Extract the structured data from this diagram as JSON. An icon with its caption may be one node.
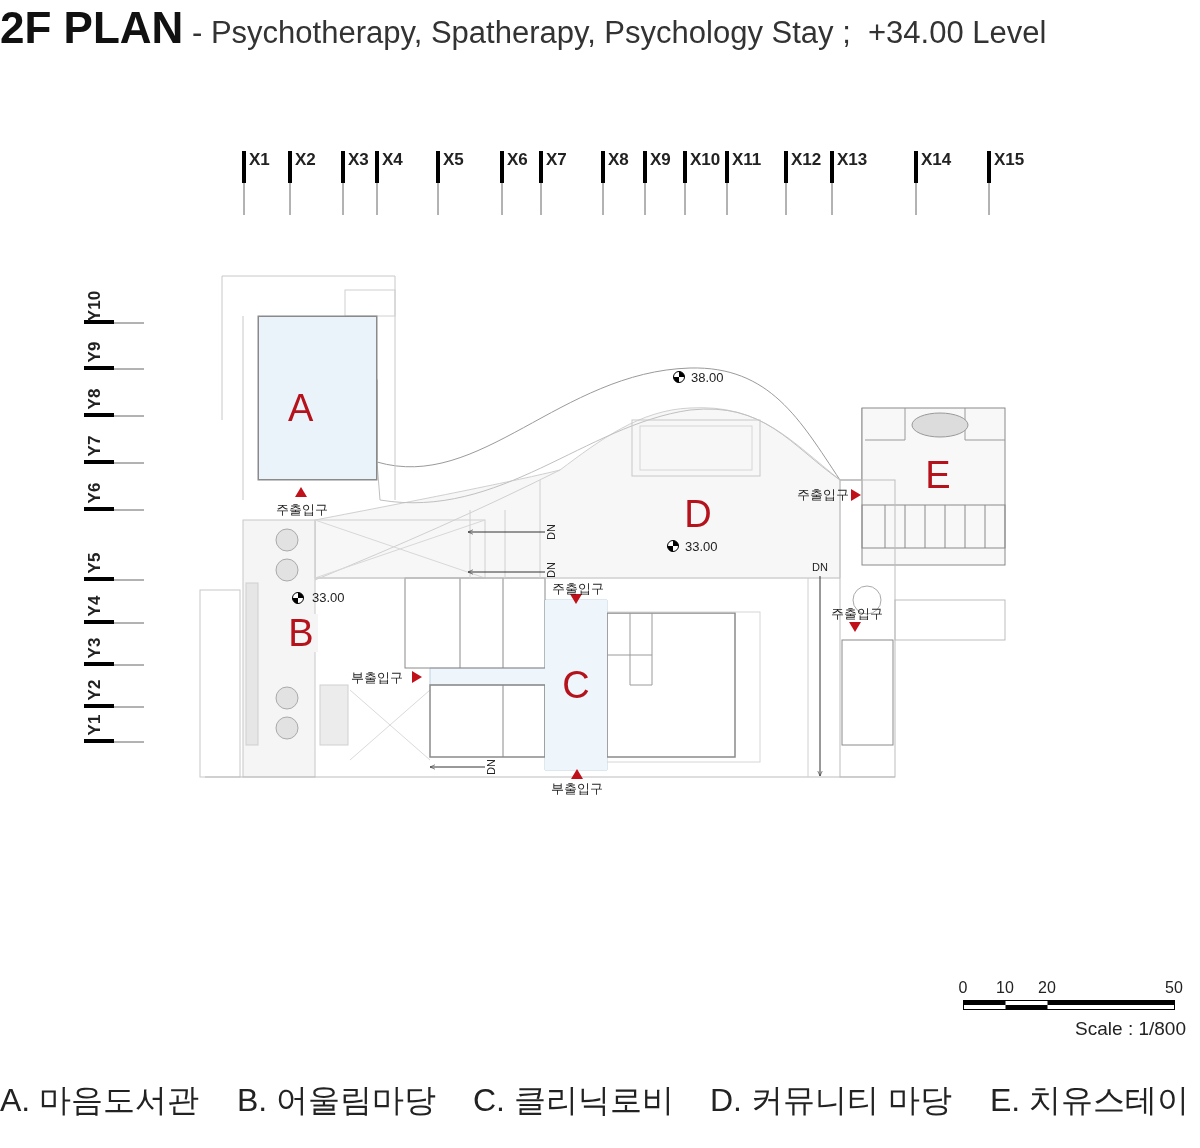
{
  "diagram": {
    "title": "**2F PLAN** - Psychotherapy, Spatherapy, Psychology Stay ;  +34.00 Level",
    "nodes": [
      {
        "text": [
          "A"
        ]
      },
      {
        "text": [
          "B"
        ]
      },
      {
        "text": [
          "C"
        ]
      },
      {
        "text": [
          "D"
        ]
      },
      {
        "text": [
          "E"
        ]
      }
    ],
    "labels": [
      "X1",
      "X2",
      "X3",
      "X4",
      "X5",
      "X6",
      "X7",
      "X8",
      "X9",
      "X10",
      "X11",
      "X12",
      "X13",
      "X14",
      "X15",
      "Y10",
      "Y9",
      "Y8",
      "Y7",
      "Y6",
      "Y5",
      "Y4",
      "Y3",
      "Y2",
      "Y1",
      "38.00",
      "주출입구",
      "주출입구",
      "DN",
      "33.00",
      "DN",
      "DN",
      "주출입구",
      "33.00",
      "주출입구",
      "부출입구",
      "DN",
      "부출입구",
      "0",
      "10",
      "20",
      "50",
      "Scale : 1/800",
      "A. 마음도서관",
      "B. 어울림마당",
      "C. 클리닉로비",
      "D. 커뮤니티 마당",
      "E. 치유스테이"
    ]
  }
}
